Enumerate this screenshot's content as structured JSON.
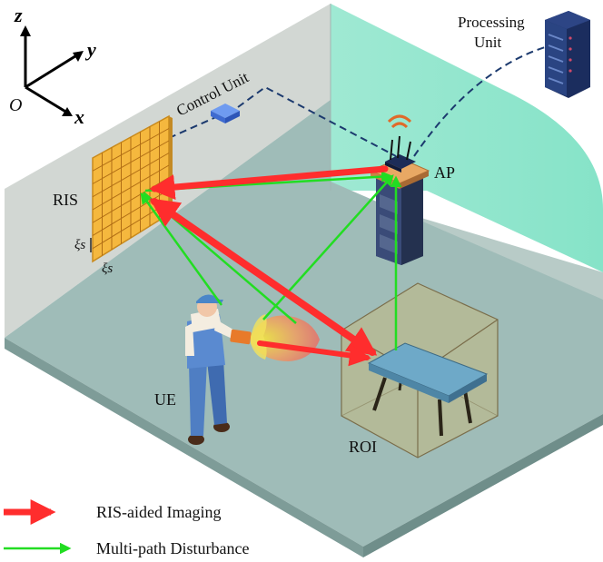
{
  "axes": {
    "z": "z",
    "y": "y",
    "x": "x",
    "origin": "O"
  },
  "labels": {
    "control_unit": "Control Unit",
    "processing_unit_line1": "Processing",
    "processing_unit_line2": "Unit",
    "ap": "AP",
    "ris": "RIS",
    "ue": "UE",
    "roi": "ROI",
    "xi_s": "ξs"
  },
  "legend": {
    "ris_imaging": "RIS-aided Imaging",
    "multipath": "Multi-path Disturbance"
  },
  "colors": {
    "ris_arrow": "#ff2d2d",
    "multipath_arrow": "#22dd22",
    "floor": "#9ebcb8",
    "left_wall": "#d4d8d4",
    "back_wall": "#b7cac6",
    "right_wall": "#8ee6cc",
    "ris_panel": "#f4b63c",
    "roi_box": "#c8b77a"
  }
}
